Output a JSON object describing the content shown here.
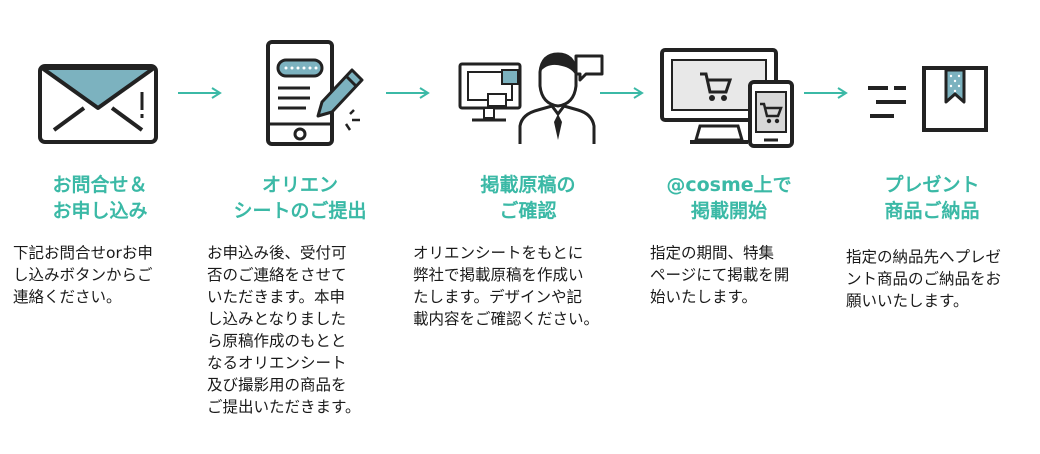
{
  "colors": {
    "accent": "#3bb9a6",
    "text": "#1a1a1a",
    "icon_stroke": "#222222",
    "icon_fill_blue": "#7cb2bf"
  },
  "steps": [
    {
      "icon": "envelope-icon",
      "title_lines": [
        "お問合せ＆",
        "お申し込み"
      ],
      "desc_lines": [
        "下記お問合せorお申",
        "し込みボタンからご",
        "連絡ください。"
      ]
    },
    {
      "icon": "tablet-pen-icon",
      "title_lines": [
        "オリエン",
        "シートのご提出"
      ],
      "desc_lines": [
        "お申込み後、受付可",
        "否のご連絡をさせて",
        "いただきます。本申",
        "し込みとなりました",
        "ら原稿作成のもとと",
        "なるオリエンシート",
        "及び撮影用の商品を",
        "ご提出いただきます。"
      ]
    },
    {
      "icon": "person-monitor-icon",
      "title_lines": [
        "掲載原稿の",
        "ご確認"
      ],
      "desc_lines": [
        "オリエンシートをもとに",
        "弊社で掲載原稿を作成い",
        "たします。デザインや記",
        "載内容をご確認ください。"
      ]
    },
    {
      "icon": "monitor-cart-icon",
      "title_lines": [
        "@cosme上で",
        "掲載開始"
      ],
      "desc_lines": [
        "指定の期間、特集",
        "ページにて掲載を開",
        "始いたします。"
      ]
    },
    {
      "icon": "delivery-box-icon",
      "title_lines": [
        "プレゼント",
        "商品ご納品"
      ],
      "desc_lines": [
        "指定の納品先へプレゼ",
        "ント商品のご納品をお",
        "願いいたします。"
      ]
    }
  ]
}
